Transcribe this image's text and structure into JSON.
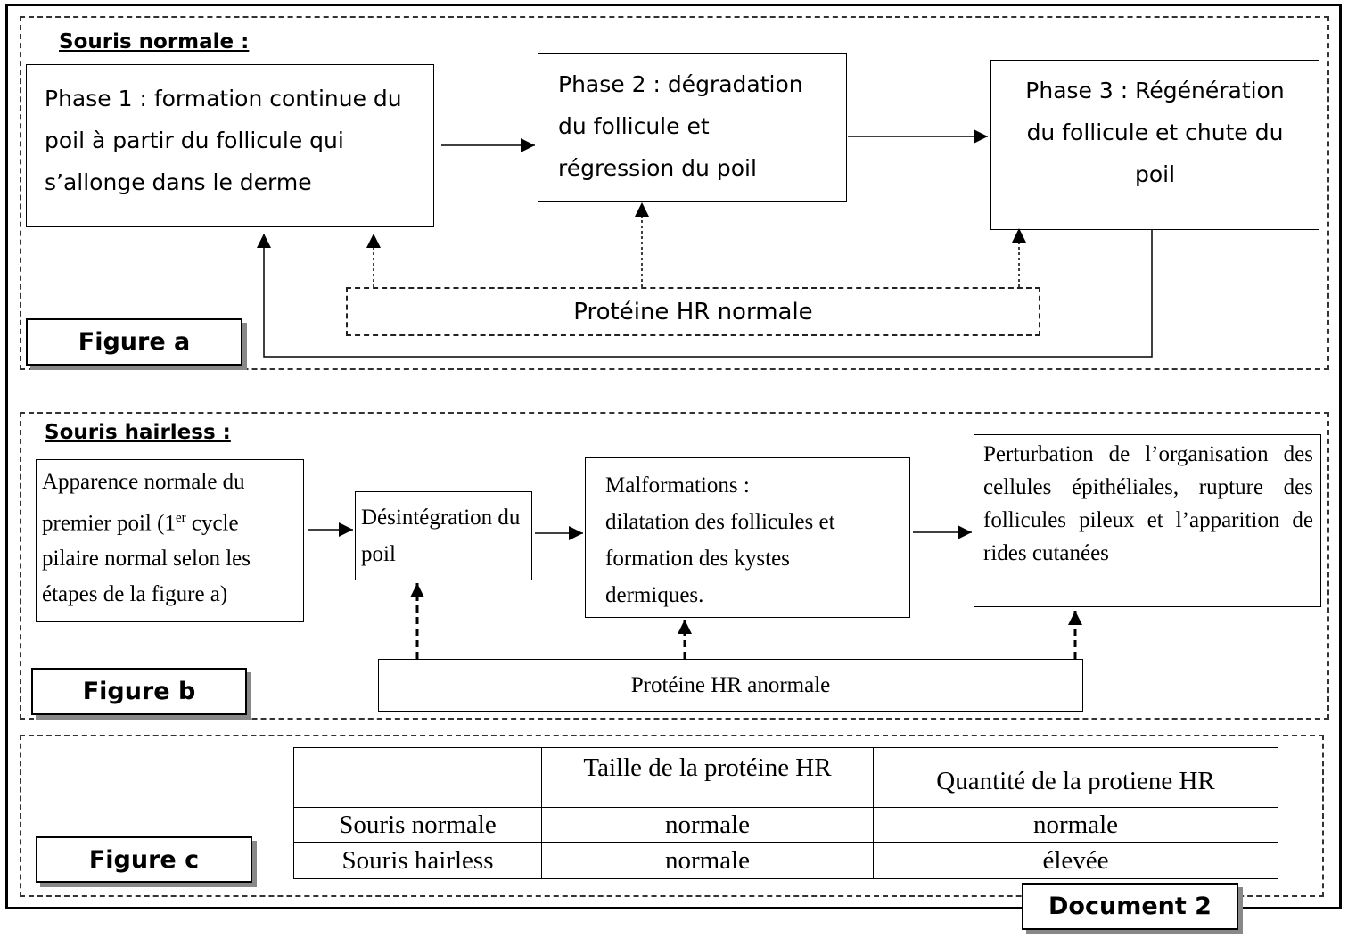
{
  "figure_a": {
    "section_title": "Souris normale :",
    "phase1": "Phase 1 : formation continue du poil à partir du follicule qui s’allonge dans le derme",
    "phase2": "Phase 2 : dégradation du follicule et régression du poil",
    "phase3": "Phase 3 : Régénération du follicule et chute du poil",
    "protein": "Protéine HR normale",
    "label": "Figure a"
  },
  "figure_b": {
    "section_title": "Souris hairless :",
    "box1_part1": "Apparence normale du premier poil (1",
    "box1_sup": "er",
    "box1_part2": " cycle pilaire normal selon les étapes de la figure a)",
    "box2": "Désintégration du poil",
    "box3_title": "Malformations :",
    "box3_body": "dilatation des follicules et formation des kystes dermiques.",
    "box4": "Perturbation de l’organisation des cellules épithéliales, rupture des follicules pileux et l’apparition de rides cutanées",
    "protein": "Protéine HR anormale",
    "label": "Figure b"
  },
  "figure_c": {
    "label": "Figure c",
    "table": {
      "headers": [
        "",
        "Taille de la protéine HR",
        "Quantité de la protiene HR"
      ],
      "rows": [
        [
          "Souris normale",
          "normale",
          "normale"
        ],
        [
          "Souris hairless",
          "normale",
          "élevée"
        ]
      ]
    }
  },
  "document_label": "Document 2"
}
